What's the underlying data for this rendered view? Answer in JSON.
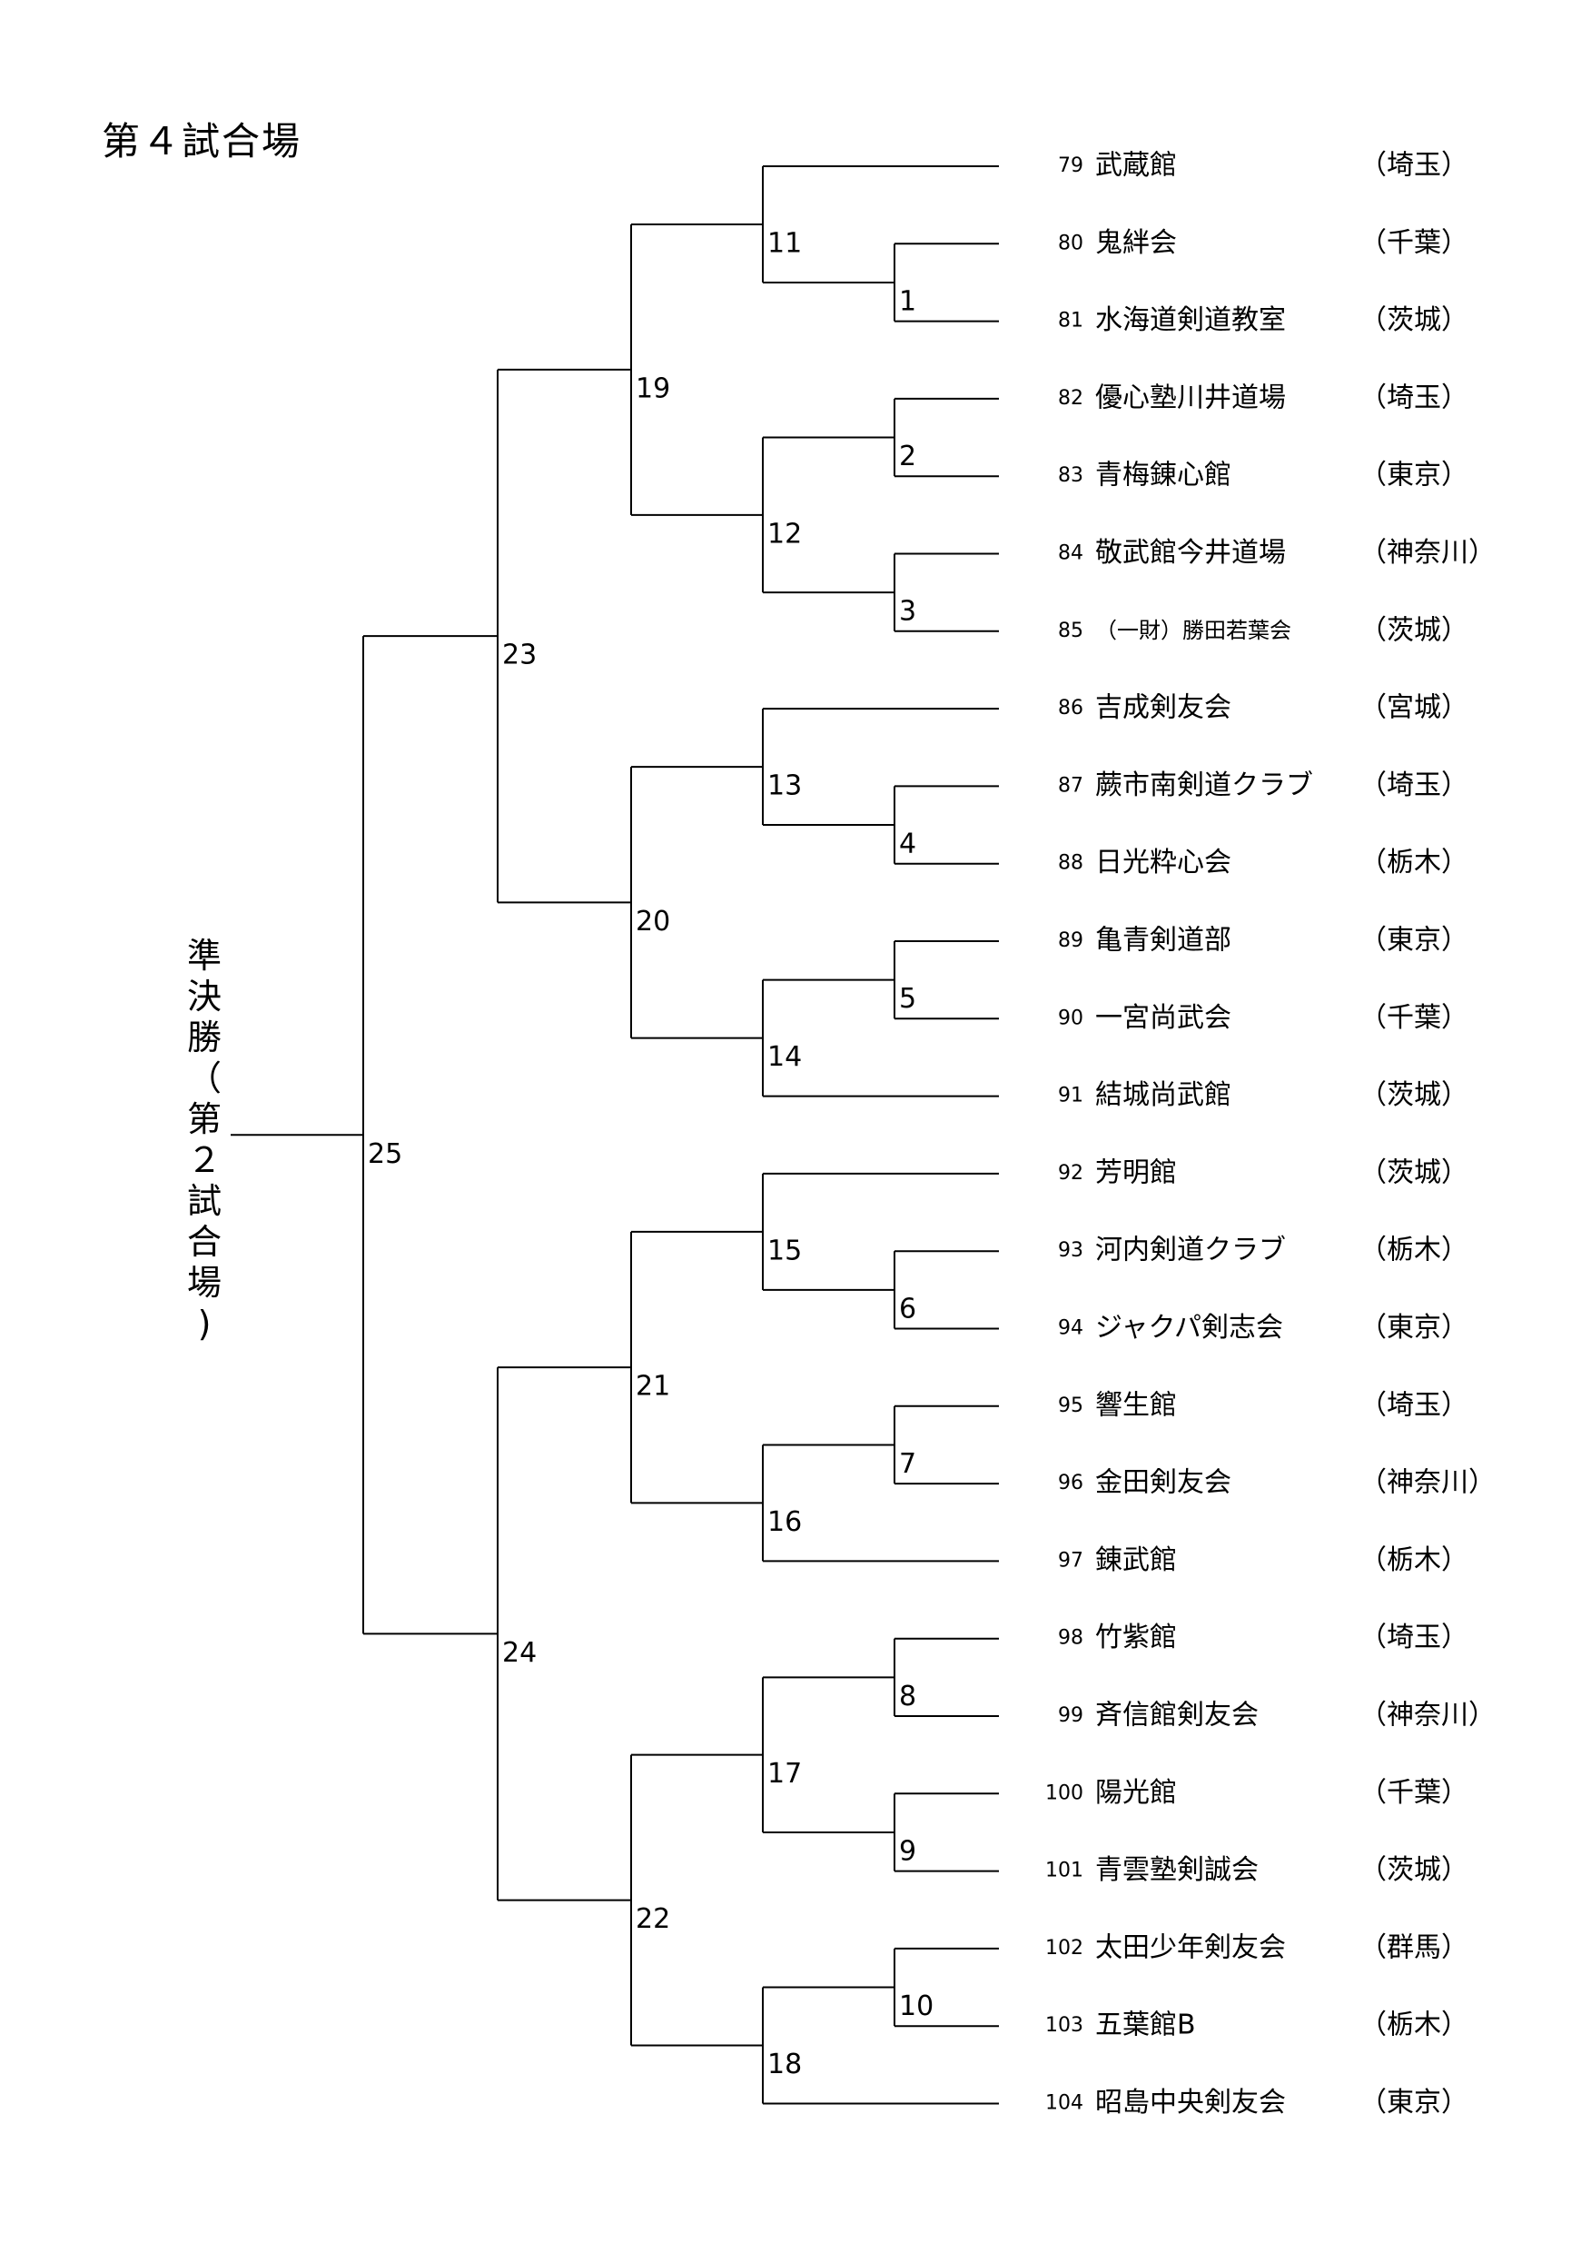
{
  "venue_title": "第４試合場",
  "final_match_label": "準決勝（第２試合場)",
  "teams": [
    {
      "seed": "79",
      "name": "武蔵館",
      "pref": "（埼玉）"
    },
    {
      "seed": "80",
      "name": "鬼絆会",
      "pref": "（千葉）"
    },
    {
      "seed": "81",
      "name": "水海道剣道教室",
      "pref": "（茨城）"
    },
    {
      "seed": "82",
      "name": "優心塾川井道場",
      "pref": "（埼玉）"
    },
    {
      "seed": "83",
      "name": "青梅錬心館",
      "pref": "（東京）"
    },
    {
      "seed": "84",
      "name": "敬武館今井道場",
      "pref": "（神奈川）"
    },
    {
      "seed": "85",
      "name": "（一財）勝田若葉会",
      "pref": "（茨城）"
    },
    {
      "seed": "86",
      "name": "吉成剣友会",
      "pref": "（宮城）"
    },
    {
      "seed": "87",
      "name": "蕨市南剣道クラブ",
      "pref": "（埼玉）"
    },
    {
      "seed": "88",
      "name": "日光粋心会",
      "pref": "（栃木）"
    },
    {
      "seed": "89",
      "name": "亀青剣道部",
      "pref": "（東京）"
    },
    {
      "seed": "90",
      "name": "一宮尚武会",
      "pref": "（千葉）"
    },
    {
      "seed": "91",
      "name": "結城尚武館",
      "pref": "（茨城）"
    },
    {
      "seed": "92",
      "name": "芳明館",
      "pref": "（茨城）"
    },
    {
      "seed": "93",
      "name": "河内剣道クラブ",
      "pref": "（栃木）"
    },
    {
      "seed": "94",
      "name": "ジャクパ剣志会",
      "pref": "（東京）"
    },
    {
      "seed": "95",
      "name": "響生館",
      "pref": "（埼玉）"
    },
    {
      "seed": "96",
      "name": "金田剣友会",
      "pref": "（神奈川）"
    },
    {
      "seed": "97",
      "name": "錬武館",
      "pref": "（栃木）"
    },
    {
      "seed": "98",
      "name": "竹紫館",
      "pref": "（埼玉）"
    },
    {
      "seed": "99",
      "name": "斉信館剣友会",
      "pref": "（神奈川）"
    },
    {
      "seed": "100",
      "name": "陽光館",
      "pref": "（千葉）"
    },
    {
      "seed": "101",
      "name": "青雲塾剣誠会",
      "pref": "（茨城）"
    },
    {
      "seed": "102",
      "name": "太田少年剣友会",
      "pref": "（群馬）"
    },
    {
      "seed": "103",
      "name": "五葉館B",
      "pref": "（栃木）"
    },
    {
      "seed": "104",
      "name": "昭島中央剣友会",
      "pref": "（東京）"
    }
  ],
  "matches": [
    {
      "no": "1",
      "a": "t80",
      "b": "t81"
    },
    {
      "no": "2",
      "a": "t82",
      "b": "t83"
    },
    {
      "no": "3",
      "a": "t84",
      "b": "t85"
    },
    {
      "no": "4",
      "a": "t87",
      "b": "t88"
    },
    {
      "no": "5",
      "a": "t89",
      "b": "t90"
    },
    {
      "no": "6",
      "a": "t93",
      "b": "t94"
    },
    {
      "no": "7",
      "a": "t95",
      "b": "t96"
    },
    {
      "no": "8",
      "a": "t98",
      "b": "t99"
    },
    {
      "no": "9",
      "a": "t100",
      "b": "t101"
    },
    {
      "no": "10",
      "a": "t102",
      "b": "t103"
    },
    {
      "no": "11",
      "a": "t79",
      "b": "m1"
    },
    {
      "no": "12",
      "a": "m2",
      "b": "m3"
    },
    {
      "no": "13",
      "a": "t86",
      "b": "m4"
    },
    {
      "no": "14",
      "a": "m5",
      "b": "t91"
    },
    {
      "no": "15",
      "a": "t92",
      "b": "m6"
    },
    {
      "no": "16",
      "a": "m7",
      "b": "t97"
    },
    {
      "no": "17",
      "a": "m8",
      "b": "m9"
    },
    {
      "no": "18",
      "a": "m10",
      "b": "t104"
    },
    {
      "no": "19",
      "a": "m11",
      "b": "m12"
    },
    {
      "no": "20",
      "a": "m13",
      "b": "m14"
    },
    {
      "no": "21",
      "a": "m15",
      "b": "m16"
    },
    {
      "no": "22",
      "a": "m17",
      "b": "m18"
    },
    {
      "no": "23",
      "a": "m19",
      "b": "m20"
    },
    {
      "no": "24",
      "a": "m21",
      "b": "m22"
    },
    {
      "no": "25",
      "a": "m23",
      "b": "m24"
    }
  ]
}
